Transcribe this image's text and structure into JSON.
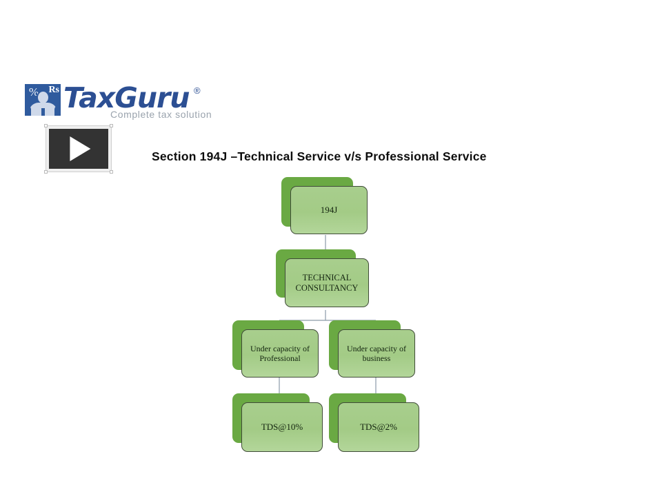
{
  "slide": {
    "title": "Section 194J –Technical Service v/s Professional Service",
    "background_color": "#ffffff"
  },
  "logo": {
    "brand": "TaxGuru",
    "registered_mark": "®",
    "tagline": "Complete tax solution",
    "mark_percent": "%",
    "mark_currency": "Rs",
    "brand_color": "#2c4f93",
    "tagline_color": "#9aa3ad"
  },
  "media": {
    "play_button_label": "▶",
    "play_button_name": "play-icon"
  },
  "flowchart": {
    "node_fill_color": "#a6cd8b",
    "node_shadow_color": "#6aa943",
    "node_border_color": "#3f4b38",
    "connector_color": "#8a9aa8",
    "nodes": [
      {
        "id": "n1",
        "label": "194J",
        "level": 1
      },
      {
        "id": "n2",
        "label": "TECHNICAL CONSULTANCY",
        "level": 2
      },
      {
        "id": "n3",
        "label": "Under capacity of Professional",
        "level": 3
      },
      {
        "id": "n4",
        "label": "Under capacity of business",
        "level": 3
      },
      {
        "id": "n5",
        "label": "TDS@10%",
        "level": 4
      },
      {
        "id": "n6",
        "label": "TDS@2%",
        "level": 4
      }
    ],
    "edges": [
      {
        "from": "n1",
        "to": "n2"
      },
      {
        "from": "n2",
        "to": "n3"
      },
      {
        "from": "n2",
        "to": "n4"
      },
      {
        "from": "n3",
        "to": "n5"
      },
      {
        "from": "n4",
        "to": "n6"
      }
    ]
  }
}
